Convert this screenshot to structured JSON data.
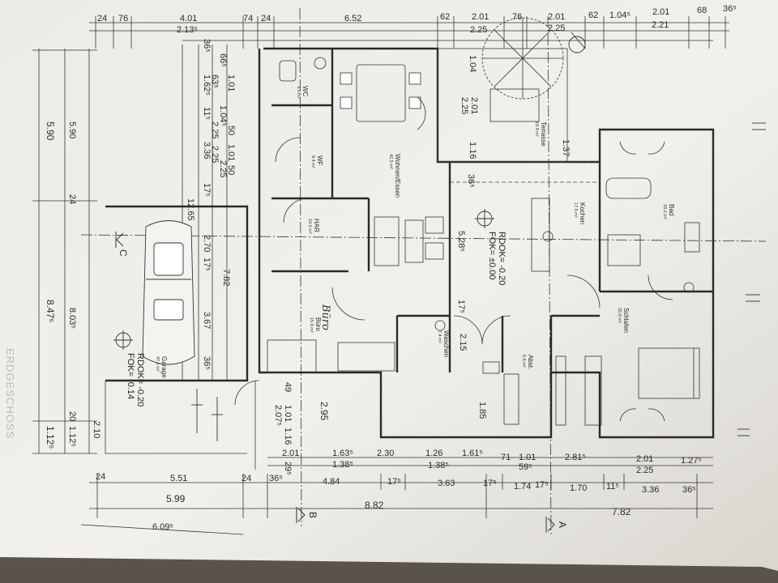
{
  "plan": {
    "title": "ERDGESCHOSS",
    "rooms": [
      {
        "id": "wc",
        "name": "WC",
        "area": "3.5 m²"
      },
      {
        "id": "wf",
        "name": "WF",
        "area": "8.4 m²"
      },
      {
        "id": "har",
        "name": "HAR",
        "area": "10.0 m²"
      },
      {
        "id": "wohnen",
        "name": "Wohnen/Essen",
        "area": "42.5 m²"
      },
      {
        "id": "terrasse",
        "name": "Terrasse",
        "area": "19.9 m²"
      },
      {
        "id": "kochen",
        "name": "Kochen",
        "area": "17.5 m²"
      },
      {
        "id": "bad",
        "name": "Bad",
        "area": "18.2 m²"
      },
      {
        "id": "schlafen",
        "name": "Schlafen",
        "area": "25.0 m²"
      },
      {
        "id": "buero",
        "name": "Büro",
        "area": "15.9 m²"
      },
      {
        "id": "waschen",
        "name": "Waschen",
        "area": "7.4 m²"
      },
      {
        "id": "abst",
        "name": "Abst.",
        "area": "6.6 m²"
      },
      {
        "id": "garage",
        "name": "Garage",
        "area": "47.1 m²"
      }
    ],
    "levels": {
      "main_fok": "FOK= ±0.00",
      "main_rdok": "RDOK= -0.20",
      "garage_fok": "FOK= -0.14",
      "garage_rdok": "RDOK= -0.20"
    },
    "handwritten_note": "Büro",
    "section_marks": {
      "a": "A",
      "b": "B",
      "c": "C"
    },
    "dims": {
      "top1": [
        "24",
        "76",
        "4.01",
        "74",
        "24",
        "6.52",
        "62",
        "2.01",
        "76",
        "2.01",
        "62",
        "1.04⁵",
        "2.01",
        "68",
        "36⁵"
      ],
      "top2": [
        "2.13⁵",
        "2.25",
        "2.25",
        "2.21"
      ],
      "left_outer": [
        "5.90",
        "8.47⁵",
        "1.12⁵"
      ],
      "left_inner": [
        "5.90",
        "24",
        "8.03⁵",
        "1.12⁵",
        "2.10"
      ],
      "left_stack": [
        "36⁵",
        "66⁵",
        "63⁵",
        "1.01",
        "1.62⁵",
        "11⁵",
        "1.04⁵",
        "2.25",
        "50",
        "3.36",
        "2.25",
        "1.01",
        "2.25",
        "50",
        "17⁵",
        "12.65",
        "2.70",
        "17⁵",
        "7.82",
        "3.67",
        "36⁵",
        "49",
        "1.01",
        "2.07⁵",
        "1.16",
        "29⁵",
        "20"
      ],
      "terrace": [
        "1.04",
        "2.01",
        "2.25",
        "1.16",
        "1.37",
        "36⁵"
      ],
      "middle": [
        "5.28⁵",
        "17⁵",
        "2.15",
        "2.95",
        "1.85"
      ],
      "bottom1": [
        "2.01",
        "1.63⁵",
        "2.30",
        "1.26",
        "1.61⁵",
        "71",
        "1.01",
        "2.81⁵",
        "2.01",
        "1.27⁵"
      ],
      "bottom2": [
        "1.38⁵",
        "1.38⁵",
        "59⁵",
        "2.25"
      ],
      "bottom3": [
        "24",
        "5.51",
        "24",
        "36⁵",
        "4.84",
        "17⁵",
        "3.63",
        "17⁵",
        "1.74",
        "17⁵",
        "1.70",
        "11⁵",
        "3.36",
        "36⁵"
      ],
      "bottom4": [
        "5.99",
        "8.82",
        "7.82"
      ],
      "bottom5": [
        "6.09⁵"
      ]
    }
  }
}
